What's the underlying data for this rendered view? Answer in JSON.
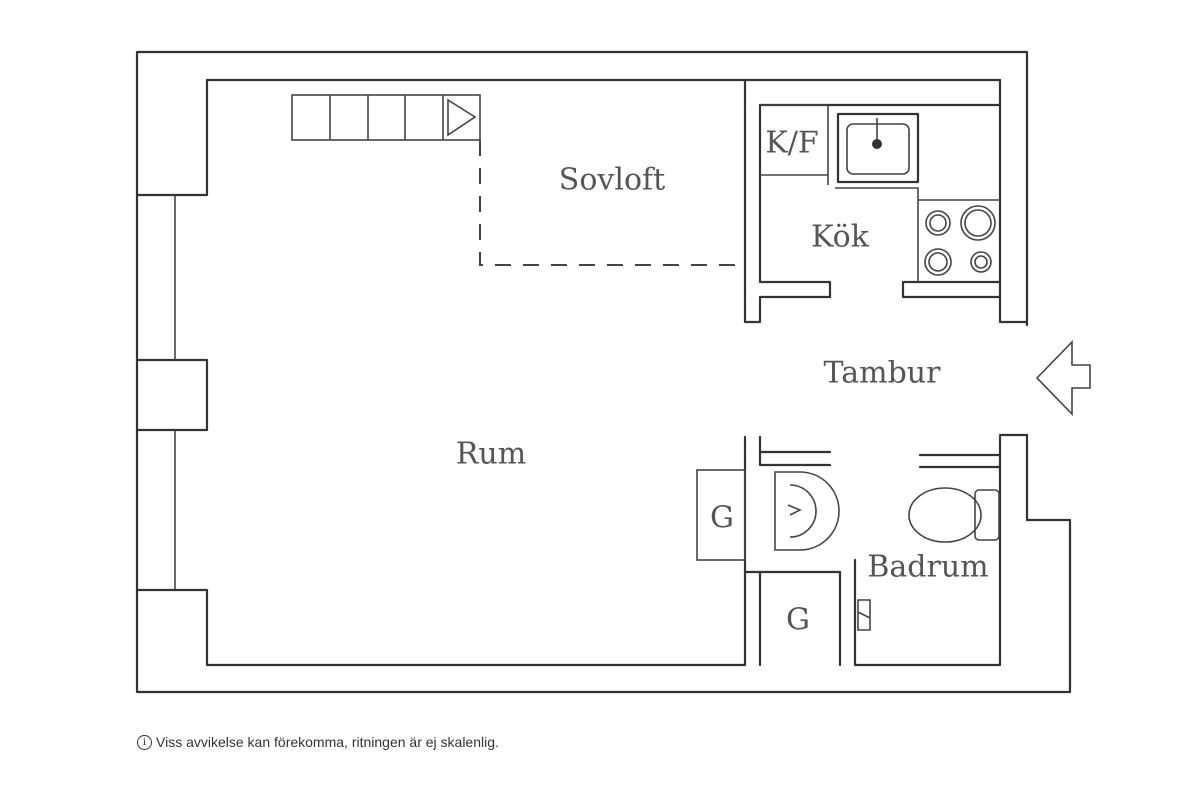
{
  "rooms": {
    "sovloft": "Sovloft",
    "kok": "Kök",
    "kf": "K/F",
    "tambur": "Tambur",
    "rum": "Rum",
    "garderob1": "G",
    "garderob2": "G",
    "badrum": "Badrum"
  },
  "footer": {
    "icon": "info-icon",
    "text": "Viss avvikelse kan förekomma, ritningen är ej skalenlig."
  }
}
